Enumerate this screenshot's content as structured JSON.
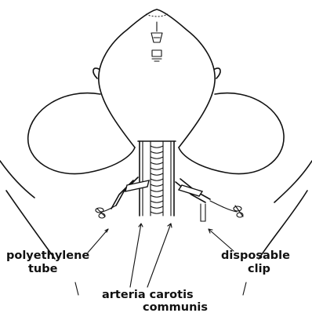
{
  "labels": {
    "polyethylene_tube": [
      "polyethylene",
      "tube"
    ],
    "disposable_clip": [
      "disposable",
      "clip"
    ],
    "arteria_carotis_communis": [
      "arteria carotis",
      "communis"
    ]
  }
}
